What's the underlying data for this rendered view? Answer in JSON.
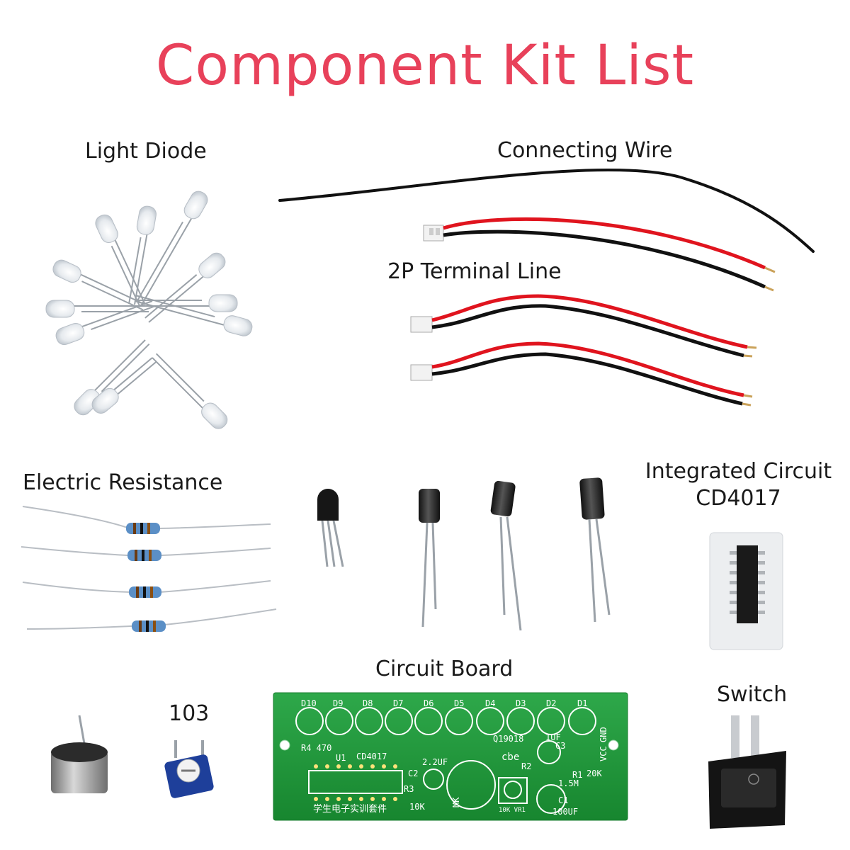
{
  "title": "Component Kit List",
  "labels": {
    "light_diode": "Light Diode",
    "connecting_wire": "Connecting Wire",
    "terminal_line": "2P Terminal Line",
    "resistance": "Electric Resistance",
    "ic_line1": "Integrated Circuit",
    "ic_line2": "CD4017",
    "circuit_board": "Circuit Board",
    "potentiometer": "103",
    "switch": "Switch"
  },
  "pcb": {
    "led_labels": [
      "D10",
      "D9",
      "D8",
      "D7",
      "D6",
      "D5",
      "D4",
      "D3",
      "D2",
      "D1"
    ],
    "r4": "R4  470",
    "u1": "U1",
    "cd4017": "CD4017",
    "q1": "Q19018",
    "cbe": "cbe",
    "uf1": "1UF",
    "c3": "C3",
    "c2": "C2",
    "uf22": "2.2UF",
    "r2": "R2",
    "m15": "1.5M",
    "r1": "R1",
    "k20": "20K",
    "r3": "R3",
    "k10": "10K",
    "vr1": "10K VR1",
    "c1": "C1",
    "uf100": "100UF",
    "mk": "MK",
    "vcc": "VCC",
    "gnd": "GND",
    "footer": "学生电子实训套件"
  },
  "colors": {
    "title": "#e8415a",
    "pcb_green": "#1f9a3a",
    "wire_red": "#e0141e",
    "wire_black": "#111111"
  }
}
